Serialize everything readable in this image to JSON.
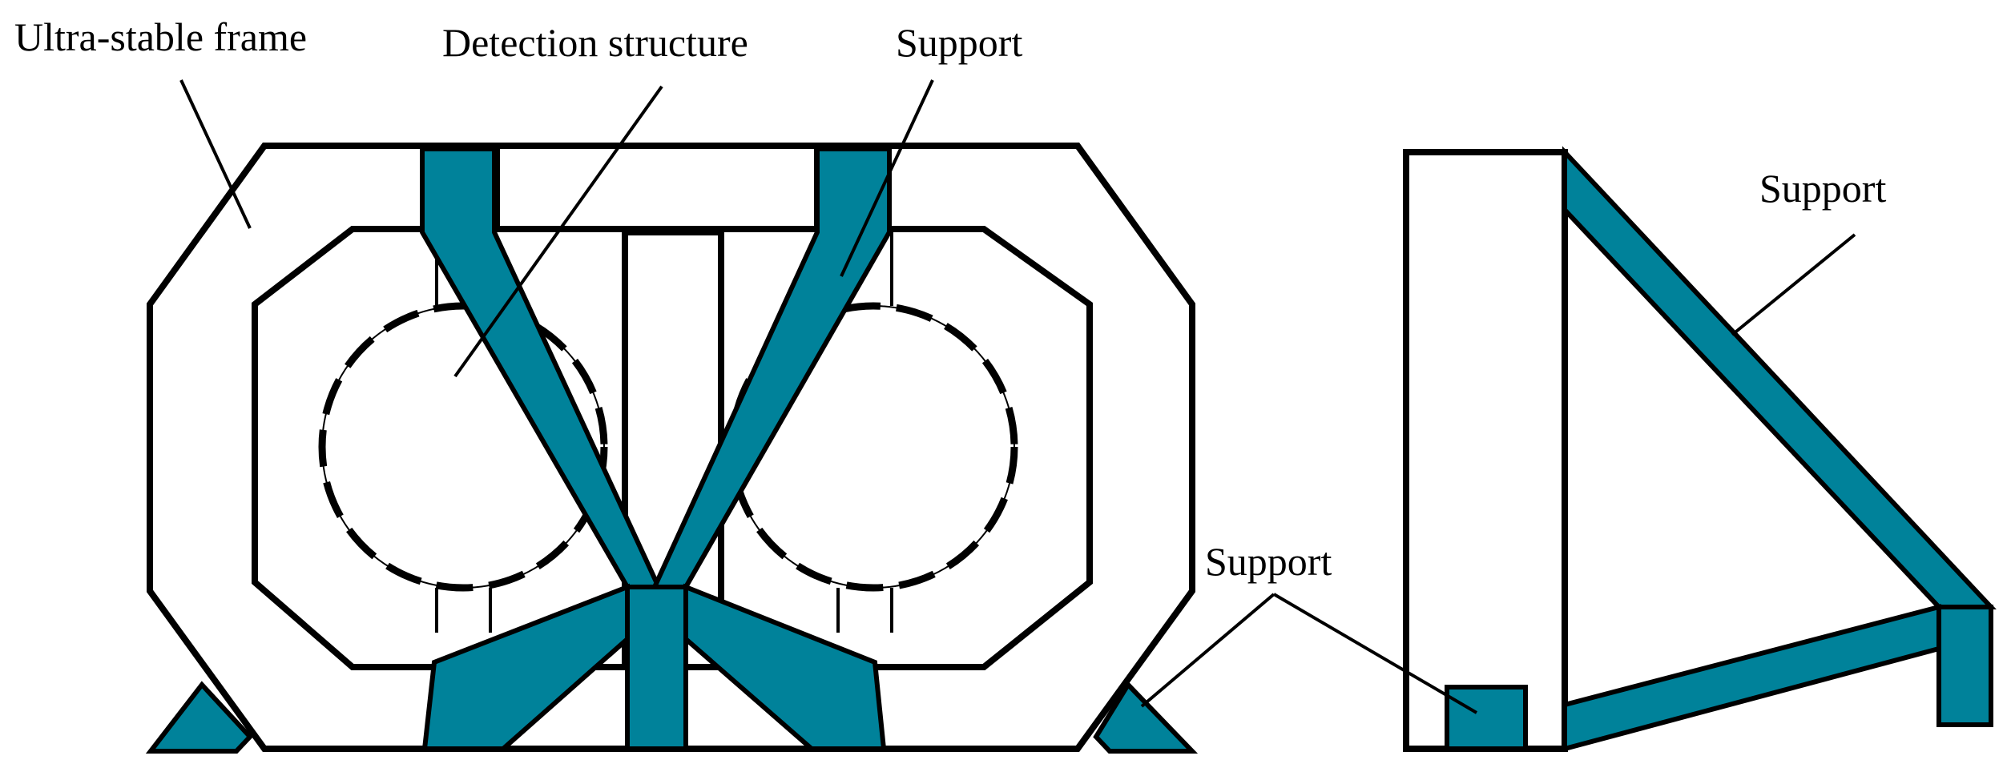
{
  "labels": {
    "ultra_stable_frame": "Ultra-stable frame",
    "detection_structure": "Detection structure",
    "support_top": "Support",
    "support_side": "Support",
    "support_bottom": "Support"
  },
  "colors": {
    "support_fill": "#00829a",
    "line": "#000000",
    "background": "#ffffff"
  }
}
